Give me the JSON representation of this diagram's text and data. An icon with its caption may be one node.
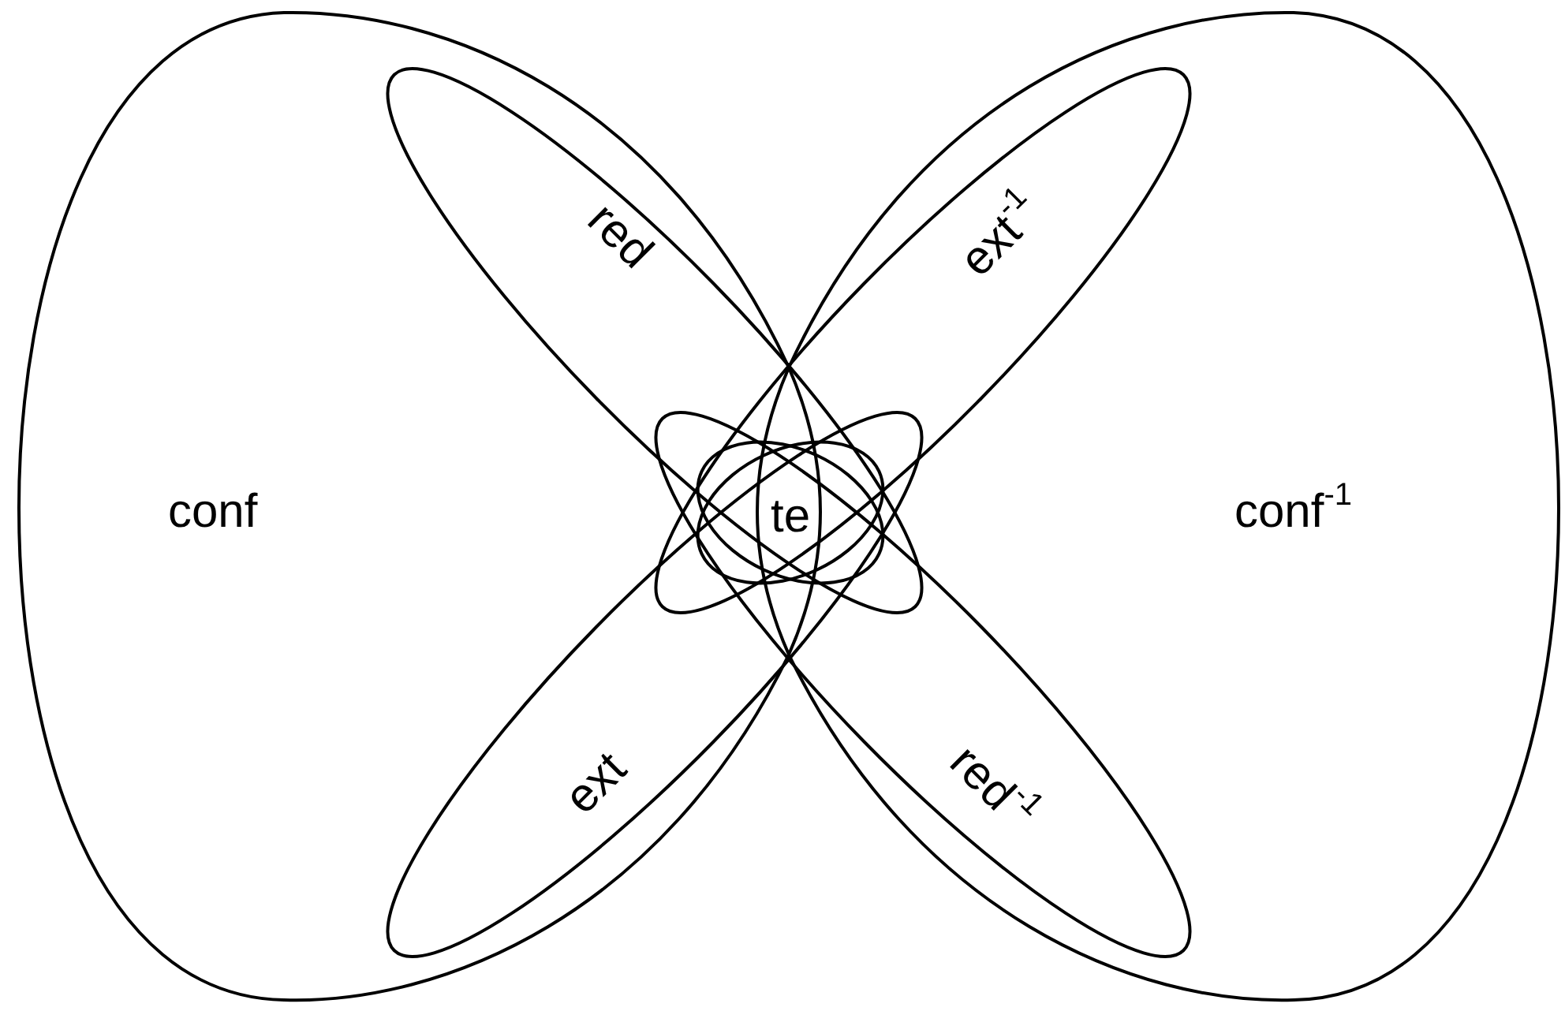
{
  "diagram": {
    "nodes": [
      {
        "text": [
          "conf"
        ]
      },
      {
        "text": [
          "conf$^{-1}$"
        ]
      },
      {
        "text": [
          "red"
        ]
      },
      {
        "text": [
          "ext$^{-1}$"
        ]
      },
      {
        "text": [
          "ext"
        ]
      },
      {
        "text": [
          "red$^{-1}$"
        ]
      },
      {
        "text": [
          "te"
        ]
      }
    ]
  }
}
